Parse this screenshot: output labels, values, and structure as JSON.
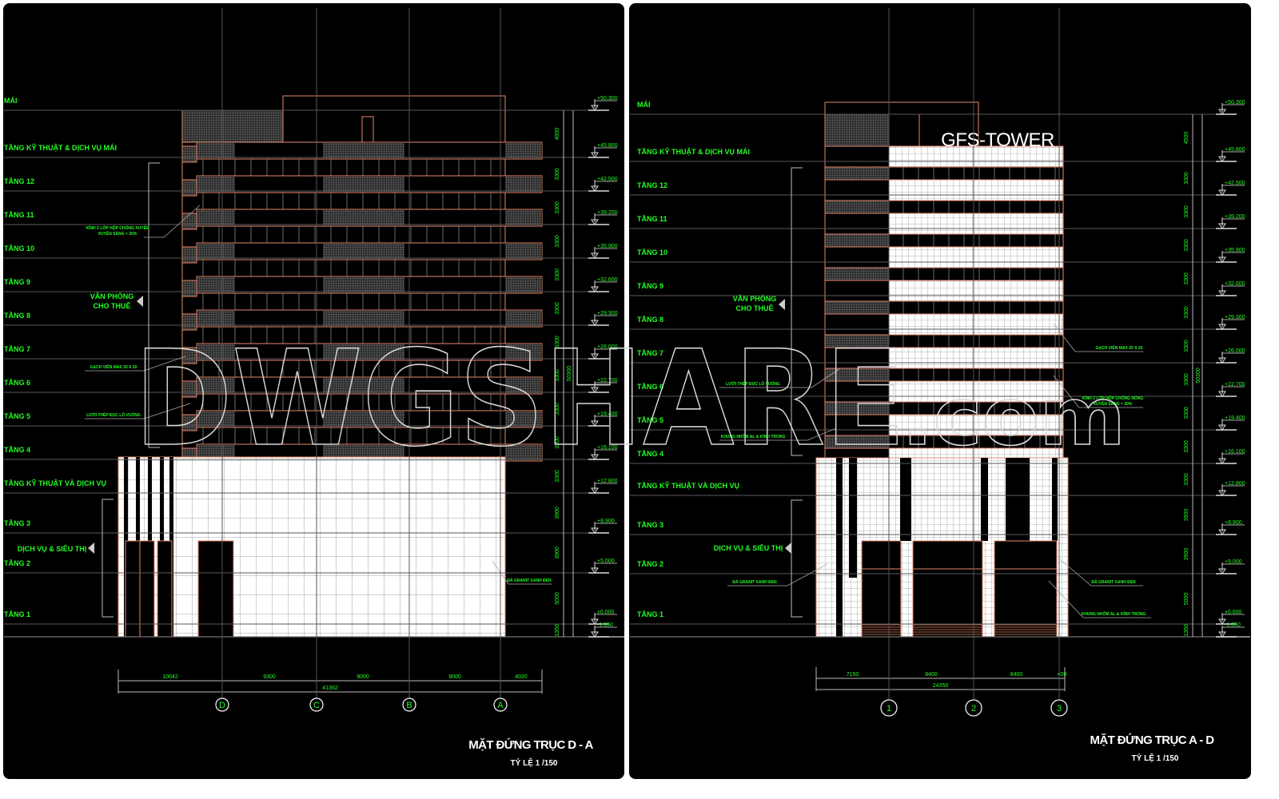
{
  "colors": {
    "background": "#000000",
    "annotation": "#22ff22",
    "outline": "#e8896a",
    "grid": "#9a9a9a",
    "white": "#ffffff"
  },
  "watermark": {
    "main": "DWGSHARE",
    "suffix": ".com"
  },
  "left": {
    "floors": [
      "MÁI",
      "TẦNG KỸ THUẬT & DỊCH VỤ MÁI",
      "TẦNG 12",
      "TẦNG 11",
      "TẦNG 10",
      "TẦNG 9",
      "TẦNG 8",
      "TẦNG 7",
      "TẦNG 6",
      "TẦNG 5",
      "TẦNG 4",
      "TẦNG KỸ THUẬT VÀ DỊCH VỤ",
      "TẦNG 3",
      "TẦNG 2",
      "TẦNG 1"
    ],
    "groups": [
      {
        "line1": "VĂN PHÒNG",
        "line2": "CHO THUÊ"
      },
      {
        "line1": "DỊCH VỤ & SIÊU THỊ",
        "line2": ""
      }
    ],
    "annotations": [
      {
        "text": "KÍNH 2 LỚP HỘP CHỐNG XUYÊN"
      },
      {
        "text": "XUYÊN SÁNG < 20%"
      },
      {
        "text": "GẠCH VIÊN MAX 20 X 20"
      },
      {
        "text": "LƯỚI THÉP ĐỤC LỖ VUÔNG"
      },
      {
        "text": "ĐÁ GRANIT XANH ĐEN"
      }
    ],
    "elevations": [
      "+50.300",
      "+45.800",
      "+42.500",
      "+39.200",
      "+35.900",
      "+32.600",
      "+29.300",
      "+26.000",
      "+22.700",
      "+19.400",
      "+16.100",
      "+12.800",
      "+8.900",
      "+5.000",
      "±0.000",
      "-1.350"
    ],
    "storey_dims": [
      "4500",
      "3300",
      "3300",
      "3300",
      "3300",
      "3300",
      "3300",
      "3300",
      "3300",
      "3300",
      "3300",
      "3900",
      "3900",
      "5000",
      "1350"
    ],
    "total_height": "50300",
    "bay_dims": [
      "10042",
      "9300",
      "9000",
      "9000",
      "4020"
    ],
    "total_width": "41362",
    "axes": [
      "D",
      "C",
      "B",
      "A"
    ],
    "title": "MẶT ĐỨNG TRỤC D - A",
    "scale": "TỶ LỆ 1 /150"
  },
  "right": {
    "building_name": "GFS-TOWER",
    "floors": [
      "MÁI",
      "TẦNG KỸ THUẬT & DỊCH VỤ MÁI",
      "TẦNG 12",
      "TẦNG 11",
      "TẦNG 10",
      "TẦNG 9",
      "TẦNG 8",
      "TẦNG 7",
      "TẦNG 6",
      "TẦNG 5",
      "TẦNG 4",
      "TẦNG KỸ THUẬT VÀ DỊCH VỤ",
      "TẦNG 3",
      "TẦNG 2",
      "TẦNG 1"
    ],
    "groups": [
      {
        "line1": "VĂN PHÒNG",
        "line2": "CHO THUÊ"
      },
      {
        "line1": "DỊCH VỤ & SIÊU THỊ",
        "line2": ""
      }
    ],
    "annotations": [
      {
        "text": "GẠCH VIÊN MAX 20 X 20"
      },
      {
        "text": "KÍNH 2 LỚP HỘP CHỐNG NÓNG"
      },
      {
        "text": "XUYÊN SÁNG < 20%"
      },
      {
        "text": "LƯỚI THÉP ĐỤC LỖ VUÔNG"
      },
      {
        "text": "KHUNG NHÔM AL & KÍNH TRONG"
      },
      {
        "text": "ĐÁ GRANIT XANH ĐEN"
      },
      {
        "text": "ĐÁ GRANIT XANH ĐEN"
      },
      {
        "text": "KHUNG NHÔM AL & KÍNH TRONG"
      }
    ],
    "elevations": [
      "+50.300",
      "+45.800",
      "+42.500",
      "+39.200",
      "+35.900",
      "+32.600",
      "+29.300",
      "+26.000",
      "+22.700",
      "+19.400",
      "+16.100",
      "+12.800",
      "+8.900",
      "+5.000",
      "±0.000",
      "-1.350"
    ],
    "storey_dims": [
      "4500",
      "3300",
      "3300",
      "3300",
      "3300",
      "3300",
      "3300",
      "3300",
      "3300",
      "3300",
      "3300",
      "3900",
      "3900",
      "5000",
      "1350"
    ],
    "total_height": "50300",
    "bay_dims": [
      "7150",
      "8400",
      "8400",
      "400"
    ],
    "total_width": "24350",
    "axes": [
      "1",
      "2",
      "3"
    ],
    "title": "MẶT ĐỨNG TRỤC A - D",
    "scale": "TỶ LỆ 1 /150"
  }
}
